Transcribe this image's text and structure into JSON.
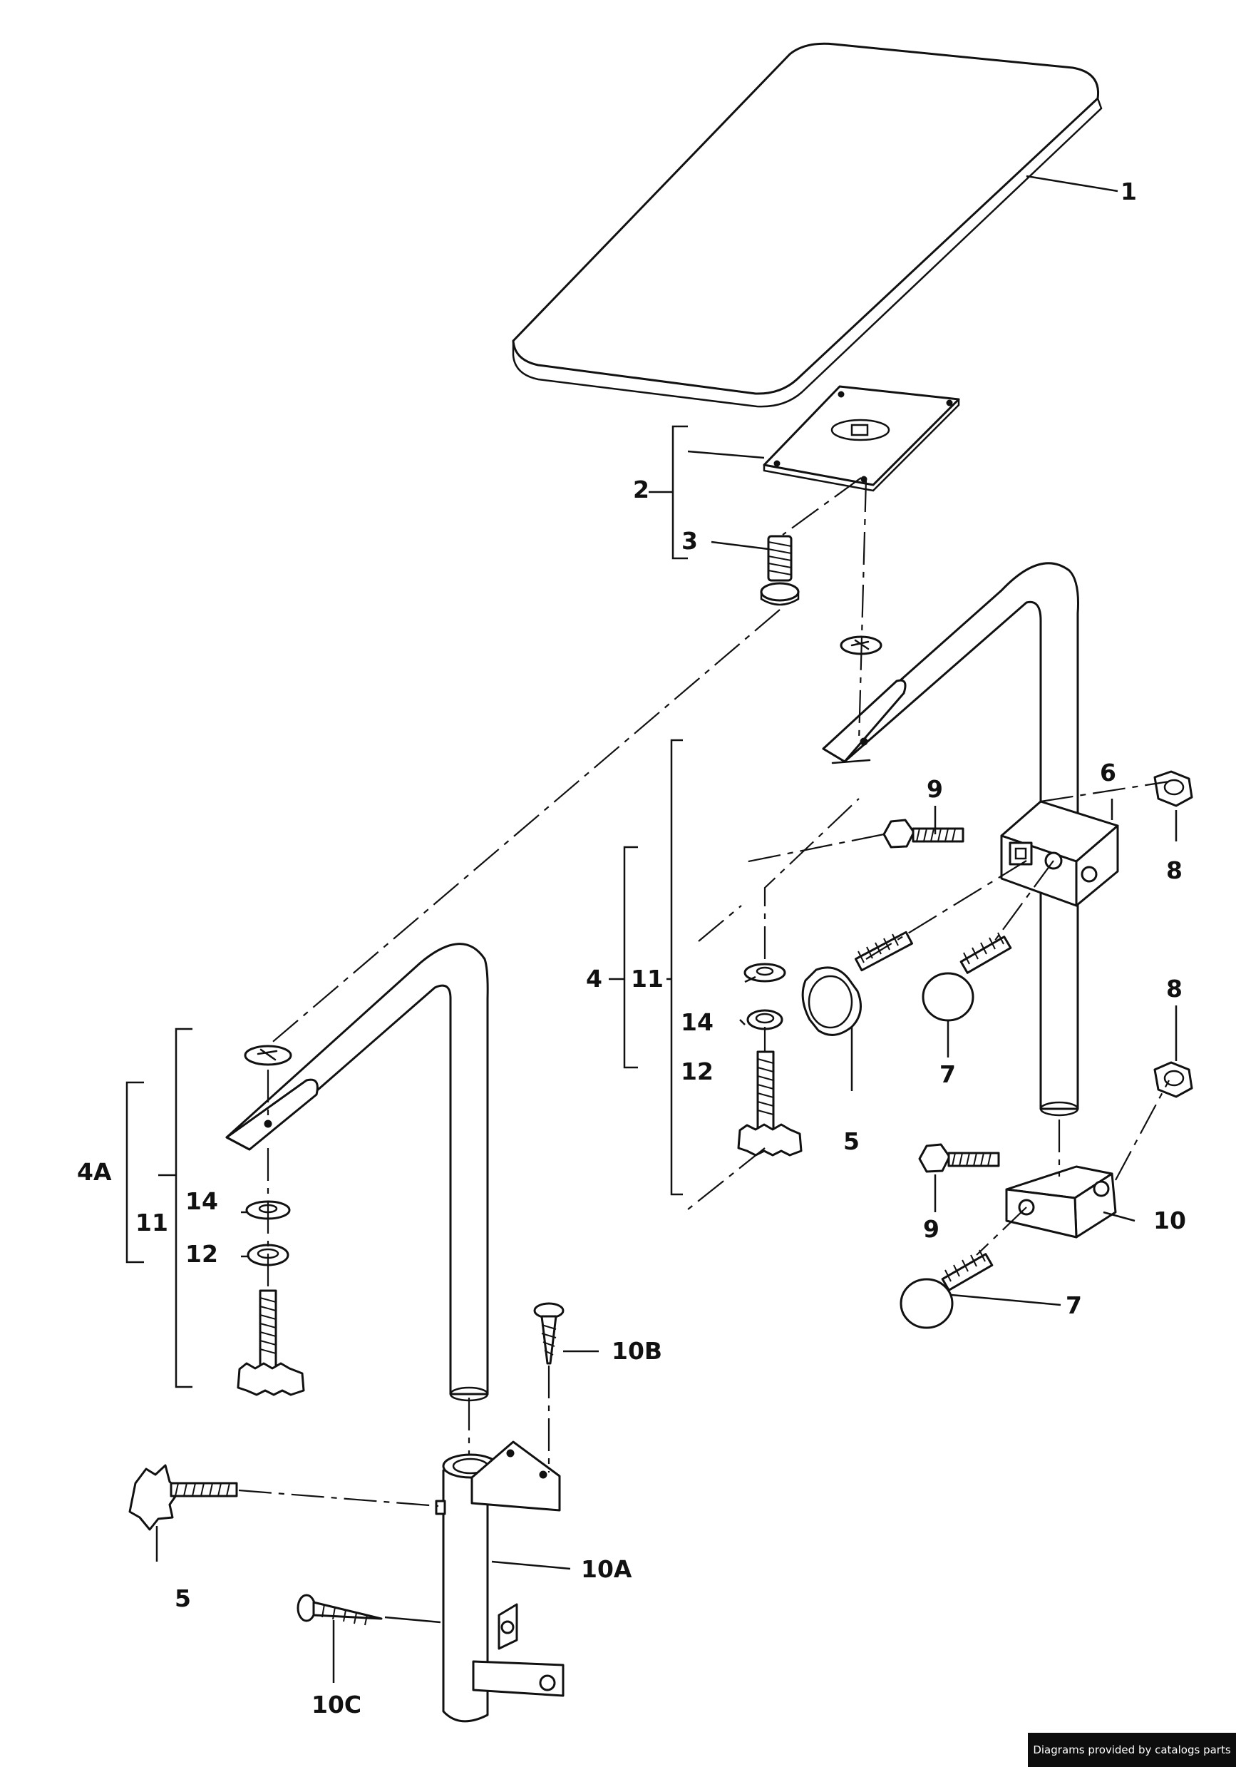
{
  "callouts": {
    "c1": "1",
    "c2": "2",
    "c3": "3",
    "c4": "4",
    "c4a": "4A",
    "c5_knob": "5",
    "c5_base": "5",
    "c6": "6",
    "c7_upper": "7",
    "c7_lower": "7",
    "c8_upper": "8",
    "c8_lower": "8",
    "c9_upper": "9",
    "c9_lower": "9",
    "c10": "10",
    "c10a": "10A",
    "c10b": "10B",
    "c10c": "10C",
    "c11_right": "11",
    "c11_left": "11",
    "c12_right": "12",
    "c12_left": "12",
    "c14_right": "14",
    "c14_left": "14"
  },
  "footer": {
    "credit": "Diagrams provided by catalogs parts"
  }
}
